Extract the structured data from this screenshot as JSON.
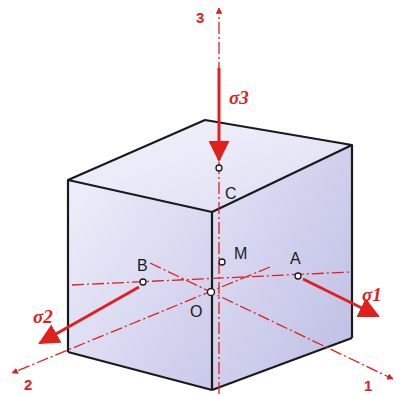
{
  "diagram": {
    "labels": [
      "3",
      "σ3",
      "C",
      "B",
      "M",
      "A",
      "σ2",
      "σ1",
      "O",
      "2",
      "1"
    ]
  }
}
